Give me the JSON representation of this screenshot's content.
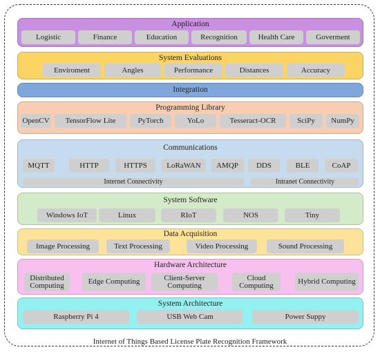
{
  "framework_title": "Internet of Things Based License Plate Recognition Framework",
  "colors": {
    "application": "#c98fe0",
    "system_evaluations": "#fcd464",
    "integration": "#7fa7dc",
    "programming_library": "#f8cdb2",
    "communications": "#c6dbee",
    "system_software": "#d3ebc8",
    "data_acquisition": "#fde39a",
    "hardware_architecture": "#f8c0ee",
    "system_architecture": "#94f1f1",
    "chip": "#cfcfcf"
  },
  "layers": [
    {
      "id": "application",
      "title": "Application",
      "items": [
        "Logistic",
        "Finance",
        "Education",
        "Recognition",
        "Health Care",
        "Goverment"
      ]
    },
    {
      "id": "system_evaluations",
      "title": "System Evaluations",
      "items": [
        "Enviroment",
        "Angles",
        "Performance",
        "Distances",
        "Accuracy"
      ]
    },
    {
      "id": "integration",
      "title": "Integration",
      "items": []
    },
    {
      "id": "programming_library",
      "title": "Programming Library",
      "items": [
        "OpenCV",
        "TensorFlow Lite",
        "PyTorch",
        "YoLo",
        "Tesseract-OCR",
        "SciPy",
        "NumPy"
      ]
    },
    {
      "id": "communications",
      "title": "Communications",
      "items": [
        "MQTT",
        "HTTP",
        "HTTPS",
        "LoRaWAN",
        "AMQP",
        "DDS",
        "BLE",
        "CoAP"
      ],
      "connectivity": [
        "Internet Connectivity",
        "Intranet Connectivity"
      ]
    },
    {
      "id": "system_software",
      "title": "System Software",
      "items": [
        "Windows IoT",
        "Linux",
        "RIoT",
        "NOS",
        "Tiny"
      ]
    },
    {
      "id": "data_acquisition",
      "title": "Data Acquisition",
      "items": [
        "Image Processing",
        "Text Processing",
        "Video Processing",
        "Sound Processing"
      ]
    },
    {
      "id": "hardware_architecture",
      "title": "Hardware Architecture",
      "items": [
        "Distributed Computing",
        "Edge Computing",
        "Client-Server Computing",
        "Cloud Computing",
        "Hybrid Computing"
      ]
    },
    {
      "id": "system_architecture",
      "title": "System Architecture",
      "items": [
        "Raspberry Pi 4",
        "USB Web Cam",
        "Power Suppy"
      ]
    }
  ]
}
